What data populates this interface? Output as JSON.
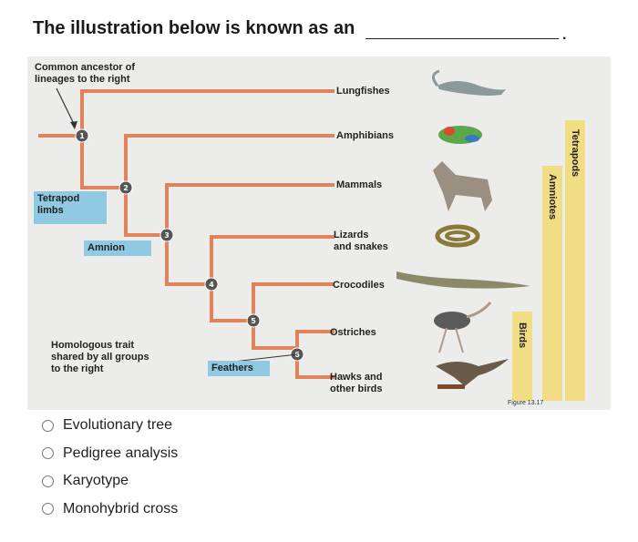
{
  "question": {
    "text": "The illustration below is known as an",
    "end_punct": "."
  },
  "figure": {
    "top_label_line1": "Common ancestor of",
    "top_label_line2": "lineages to the right",
    "lineages": [
      {
        "line1": "Lungfishes",
        "line2": ""
      },
      {
        "line1": "Amphibians",
        "line2": ""
      },
      {
        "line1": "Mammals",
        "line2": ""
      },
      {
        "line1": "Lizards",
        "line2": "and snakes"
      },
      {
        "line1": "Crocodiles",
        "line2": ""
      },
      {
        "line1": "Ostriches",
        "line2": ""
      },
      {
        "line1": "Hawks and",
        "line2": "other birds"
      }
    ],
    "traits": {
      "tetrapod_limbs_line1": "Tetrapod",
      "tetrapod_limbs_line2": "limbs",
      "amnion": "Amnion",
      "feathers": "Feathers"
    },
    "nodes": [
      "1",
      "2",
      "3",
      "4",
      "5",
      "6"
    ],
    "legend_line1": "Homologous trait",
    "legend_line2": "shared by all groups",
    "legend_line3": "to the right",
    "groups": {
      "tetrapods": "Tetrapods",
      "amniotes": "Amniotes",
      "birds": "Birds"
    },
    "figure_number": "Figure 13.17",
    "colors": {
      "tree": "#e0825a",
      "trait_box": "#8fc9e2",
      "group_bar": "#f0dd84",
      "node": "#555555"
    },
    "animal_icons": [
      "lungfish-icon",
      "frog-icon",
      "wolf-icon",
      "snake-icon",
      "crocodile-icon",
      "ostrich-icon",
      "hawk-icon"
    ]
  },
  "choices": [
    {
      "label": "Evolutionary tree"
    },
    {
      "label": "Pedigree analysis"
    },
    {
      "label": "Karyotype"
    },
    {
      "label": "Monohybrid cross"
    }
  ]
}
